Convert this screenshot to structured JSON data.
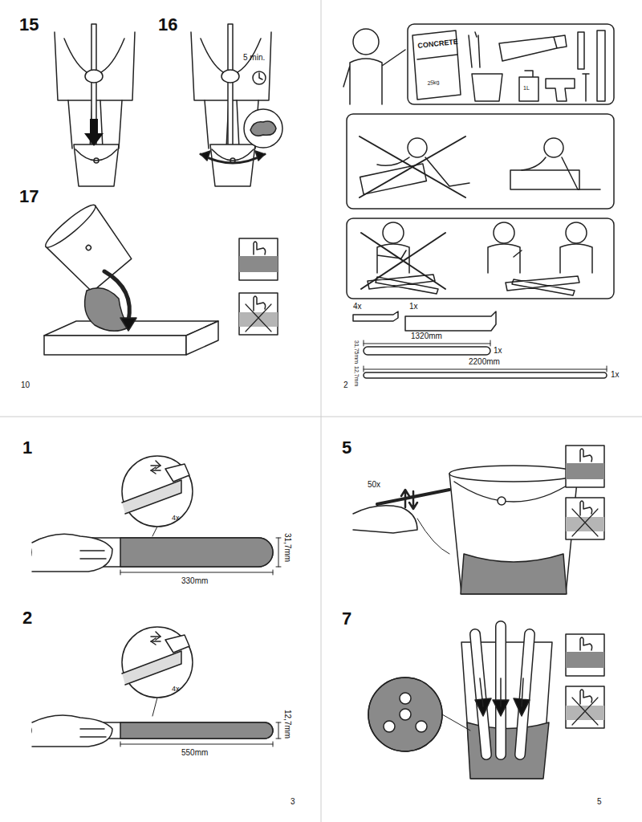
{
  "diagram": {
    "labels": [
      "15",
      "16",
      "5 min.",
      "17",
      "10",
      "CONCRETE",
      "25kg",
      "1L",
      "4x",
      "1x",
      "1320mm",
      "31,75mm",
      "1x",
      "12,7mm",
      "2200mm",
      "1x",
      "2",
      "1",
      "4x",
      "31,7mm",
      "330mm",
      "2",
      "4x",
      "12,7mm",
      "550mm",
      "3",
      "5",
      "50x",
      "7",
      "5"
    ]
  }
}
